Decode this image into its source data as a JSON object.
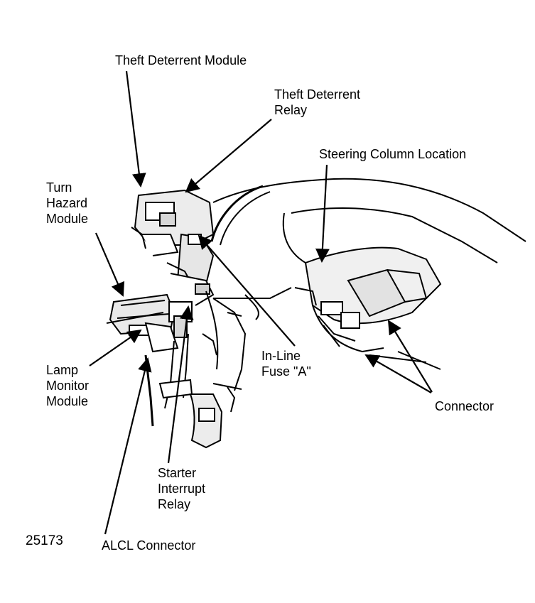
{
  "labels": {
    "theft_deterrent_module": [
      "Theft Deterrent Module"
    ],
    "theft_deterrent_relay": [
      "Theft Deterrent",
      "Relay"
    ],
    "steering_column_location": [
      "Steering Column Location"
    ],
    "turn_hazard_module": [
      "Turn",
      "Hazard",
      "Module"
    ],
    "lamp_monitor_module": [
      "Lamp",
      "Monitor",
      "Module"
    ],
    "in_line_fuse": [
      "In-Line",
      "Fuse \"A\""
    ],
    "connector": [
      "Connector"
    ],
    "starter_interrupt_relay": [
      "Starter",
      "Interrupt",
      "Relay"
    ],
    "alcl_connector": [
      "ALCL Connector"
    ]
  },
  "figure_number": "25173",
  "colors": {
    "ink": "#000000",
    "paper": "#ffffff",
    "shade": "#d8d8d8"
  }
}
